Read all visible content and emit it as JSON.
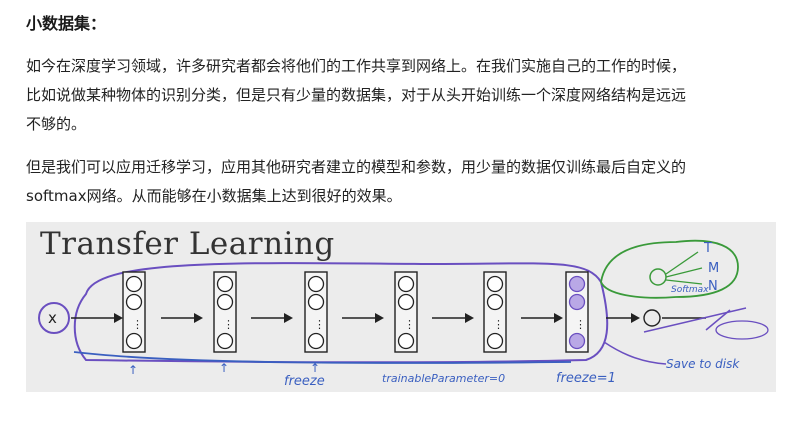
{
  "heading": "小数据集：",
  "paragraphs": [
    {
      "line1": "如今在深度学习领域，许多研究者都会将他们的工作共享到网络上。在我们实施自己的工作的时候，",
      "line2": "比如说做某种物体的识别分类，但是只有少量的数据集，对于从头开始训练一个深度网络结构是远远",
      "line3": "不够的。"
    },
    {
      "line1": "但是我们可以应用迁移学习，应用其他研究者建立的模型和参数，用少量的数据仅训练最后自定义的",
      "line2": "softmax网络。从而能够在小数据集上达到很好的效果。"
    }
  ],
  "figure": {
    "title": "Transfer Learning",
    "input_label": "x",
    "output_labels": [
      "T",
      "M",
      "N"
    ],
    "softmax_label": "Softmax",
    "annotations": {
      "freeze": "freeze",
      "trainable": "trainableParameter=0",
      "freeze_one": "freeze=1",
      "save": "Save to disk"
    },
    "colors": {
      "pen_purple": "#6a4fc0",
      "pen_green": "#3a9a3a",
      "pen_blue": "#3a5fc0",
      "ink_black": "#222222"
    }
  }
}
